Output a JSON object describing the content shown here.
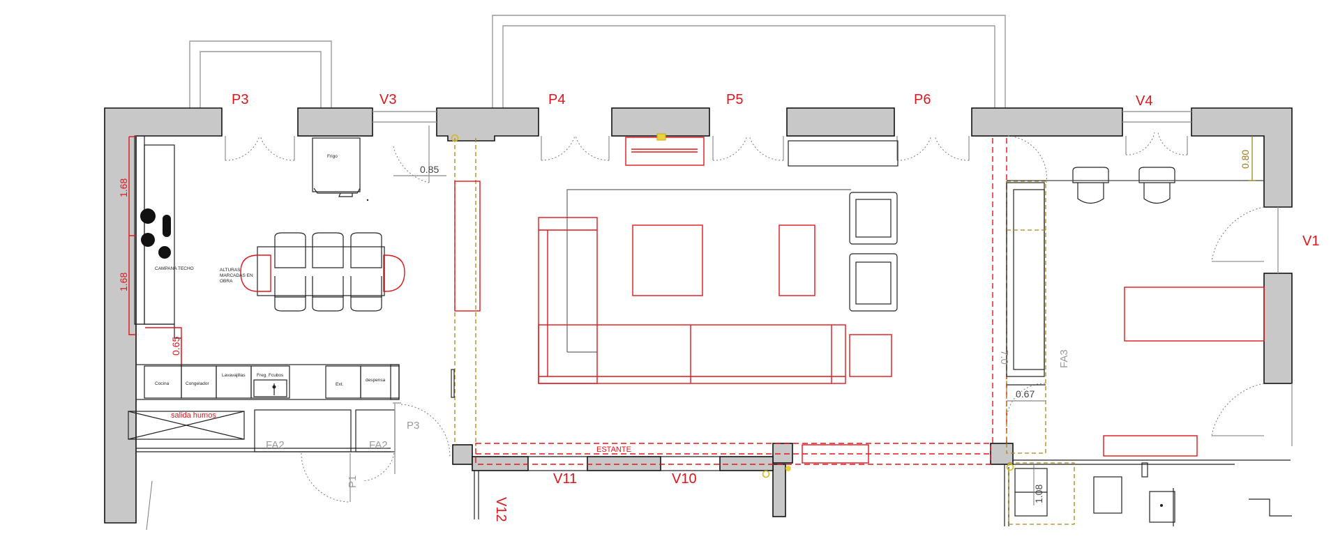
{
  "openings": {
    "p3_top": "P3",
    "v3": "V3",
    "p4": "P4",
    "p5": "P5",
    "p6": "P6",
    "v4": "V4",
    "v1": "V1",
    "v11": "V11",
    "v10": "V10",
    "v12": "V12",
    "p3_side": "P3",
    "p1": "P1"
  },
  "dimensions": {
    "d168_top": "1.68",
    "d168_bottom": "1.68",
    "d065": "0.65",
    "d085": "0.85",
    "d080": "0.80",
    "d067": "0.67",
    "d108": "1.08",
    "d70": "7.0"
  },
  "zones": {
    "fa2_left": "FA2",
    "fa2_right": "FA2",
    "fa3": "FA3",
    "estante": "ESTANTE",
    "salida_humos": "salida humos"
  },
  "kitchen": {
    "campana": "CAMPANA TECHO",
    "frigo": "Frigo",
    "alturas": [
      "ALTURAS",
      "MARCADAS EN",
      "OBRA"
    ],
    "cocina": "Cocina",
    "congelador": "Congelador",
    "lavavajillas": "Lavavajillas",
    "fregadero": "Freg. Fcubos",
    "extra": "Ext.",
    "despensa": "despensa"
  },
  "colors": {
    "red": "#e0151b",
    "wall": "#c8c8c8",
    "gold": "#a8871a"
  }
}
